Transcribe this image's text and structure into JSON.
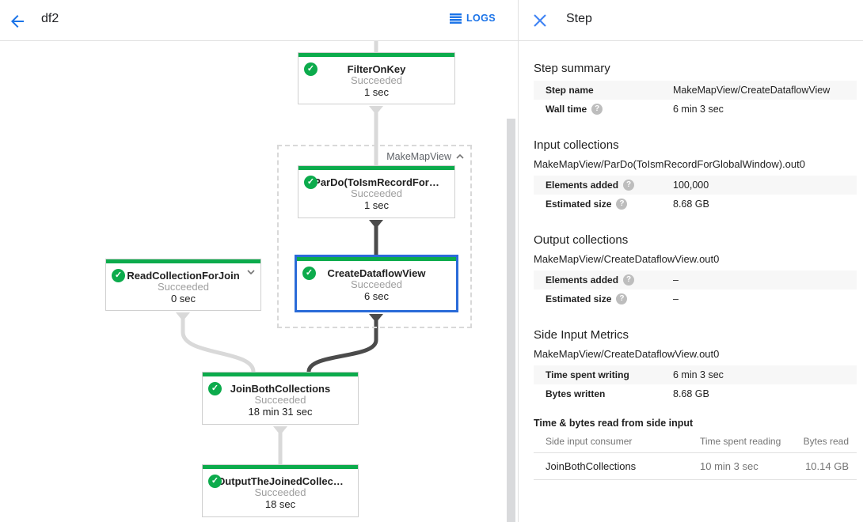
{
  "header": {
    "title": "df2",
    "logs_label": "LOGS"
  },
  "icons": {
    "check": "✓",
    "help": "?"
  },
  "panel": {
    "title": "Step",
    "summary": {
      "heading": "Step summary",
      "rows": [
        {
          "label": "Step name",
          "value": "MakeMapView/CreateDataflowView"
        },
        {
          "label": "Wall time",
          "value": "6 min 3 sec"
        }
      ]
    },
    "input": {
      "heading": "Input collections",
      "collection": "MakeMapView/ParDo(ToIsmRecordForGlobalWindow).out0",
      "rows": [
        {
          "label": "Elements added",
          "value": "100,000"
        },
        {
          "label": "Estimated size",
          "value": "8.68 GB"
        }
      ]
    },
    "output": {
      "heading": "Output collections",
      "collection": "MakeMapView/CreateDataflowView.out0",
      "rows": [
        {
          "label": "Elements added",
          "value": "–"
        },
        {
          "label": "Estimated size",
          "value": "–"
        }
      ]
    },
    "side_input": {
      "heading": "Side Input Metrics",
      "collection": "MakeMapView/CreateDataflowView.out0",
      "rows": [
        {
          "label": "Time spent writing",
          "value": "6 min 3 sec"
        },
        {
          "label": "Bytes written",
          "value": "8.68 GB"
        }
      ],
      "table": {
        "heading": "Time & bytes read from side input",
        "columns": [
          "Side input consumer",
          "Time spent reading",
          "Bytes read"
        ],
        "rows": [
          {
            "consumer": "JoinBothCollections",
            "time": "10 min 3 sec",
            "bytes": "10.14 GB"
          }
        ]
      }
    }
  },
  "graph": {
    "group_label": "MakeMapView",
    "nodes": [
      {
        "title": "FilterOnKey",
        "status": "Succeeded",
        "time": "1 sec"
      },
      {
        "title": "ParDo(ToIsmRecordFor…",
        "status": "Succeeded",
        "time": "1 sec"
      },
      {
        "title": "CreateDataflowView",
        "status": "Succeeded",
        "time": "6 sec"
      },
      {
        "title": "ReadCollectionForJoin",
        "status": "Succeeded",
        "time": "0 sec"
      },
      {
        "title": "JoinBothCollections",
        "status": "Succeeded",
        "time": "18 min 31 sec"
      },
      {
        "title": "OutputTheJoinedCollec…",
        "status": "Succeeded",
        "time": "18 sec"
      }
    ]
  },
  "colors": {
    "accent_green": "#0cab4c",
    "selection_blue": "#2a6bd8",
    "link_blue": "#1a73e8",
    "edge_light": "#d9d9d9",
    "edge_dark": "#4b4b4b"
  }
}
